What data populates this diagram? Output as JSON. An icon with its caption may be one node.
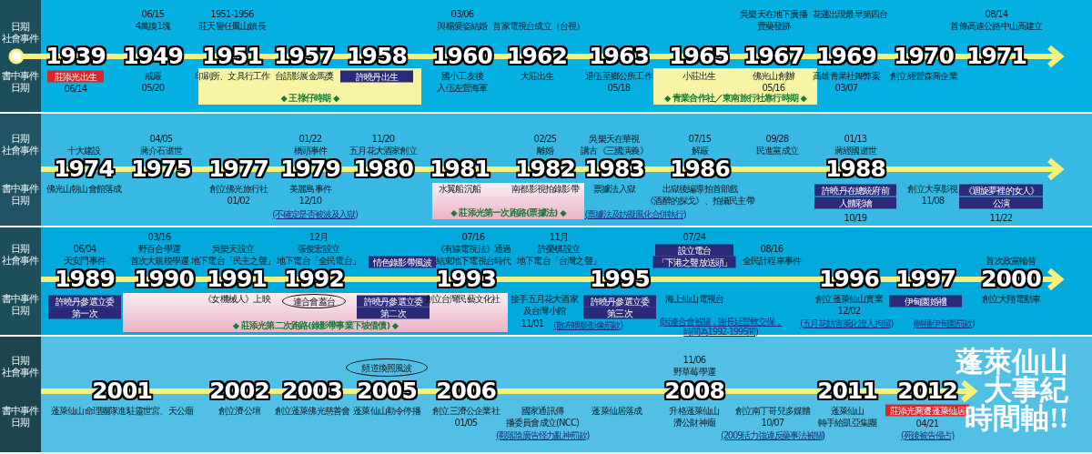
{
  "diagram": {
    "title": "蓬萊仙山大事紀時間軸!!",
    "nodes": [
      {
        "text": [
          "莊添光出生"
        ]
      },
      {
        "text": [
          "◆ 王祿仔時期 ◆"
        ]
      },
      {
        "text": [
          "許曉丹出生"
        ],
        "in": 1
      },
      {
        "text": [
          "◆ 青業合作社／東南旅行社靠行時期 ◆"
        ]
      },
      {
        "text": [
          "◆ 莊添光第一次跑路(票據法) ◆"
        ]
      },
      {
        "text": [
          "許曉丹在總統府前"
        ]
      },
      {
        "text": [
          "人體彩繪"
        ]
      },
      {
        "text": [
          "《迴旋夢裡的女人》"
        ]
      },
      {
        "text": [
          "公演"
        ]
      },
      {
        "text": [
          "許曉丹參選立委"
        ]
      },
      {
        "text": [
          "第一次"
        ]
      },
      {
        "text": [
          "情色錄影帶風波"
        ]
      },
      {
        "text": [
          "◆ 莊添光第二次跑路(錄影帶事業下坡借債) ◆"
        ]
      },
      {
        "text": [
          "連合會蓋台"
        ],
        "in": 12
      },
      {
        "text": [
          "許曉丹參選立委"
        ],
        "in": 12
      },
      {
        "text": [
          "第二次"
        ],
        "in": 12
      },
      {
        "text": [
          "設立電台"
        ]
      },
      {
        "text": [
          "「下港之聲放送頭」"
        ]
      },
      {
        "text": [
          "許曉丹參選立委"
        ]
      },
      {
        "text": [
          "第三次"
        ]
      },
      {
        "text": [
          "伊甸園婚禮"
        ]
      },
      {
        "text": [
          "頻道換照風波"
        ]
      },
      {
        "text": [
          "莊添光喬遷蓬萊仙居"
        ]
      }
    ],
    "labels": [
      "日期",
      "社會事件",
      "書中事件",
      "日期",
      "1939",
      "06/14",
      "06/15",
      "4萬換1塊",
      "1949",
      "戒嚴",
      "05/20",
      "1951-1956",
      "莊天譽任鳳山鎮長",
      "1951",
      "印刷所、文具行工作",
      "1957",
      "台語影展金馬獎",
      "1958",
      "03/06",
      "與楊愛姿結婚",
      "1960",
      "國小工友後入伍左營海軍",
      "首家電視台成立（台視）",
      "1962",
      "大莊出生",
      "1963",
      "退伍至鄉公所工作",
      "05/18",
      "1965",
      "小莊出生",
      "吳樂天在地下廣播賣藥發跡",
      "1967",
      "佛光山創辦",
      "05/16",
      "花蓮出現最早第四台",
      "1969",
      "高雄青果社舞弊案",
      "03/07",
      "1970",
      "創立經營森喬企業",
      "08/14",
      "首條高速公路中山高建立",
      "1971",
      "日期",
      "社會事件",
      "書中事件",
      "日期",
      "十大建設",
      "1974",
      "佛光山朝山會館落成",
      "04/05",
      "蔣介石逝世",
      "1975",
      "1977",
      "創立佛光旅行社",
      "01/02",
      "01/22",
      "橋頭事件",
      "1979",
      "美麗島事件",
      "12/10",
      "(不確定是否被波及入獄)",
      "11/20",
      "五月花大酒家創立",
      "1980",
      "1981",
      "水翼船沉船",
      "02/25",
      "離婚",
      "1982",
      "南都影視拍錄影帶",
      "(票據法及妨礙風化合併執行)",
      "吳樂天在華視講古《三國演義》",
      "1983",
      "票據法入獄",
      "07/15",
      "解嚴",
      "1986",
      "出獄後編導拍首部戲《酒醉的探戈》、拍攝民主帶",
      "09/28",
      "民進黨成立",
      "01/13",
      "蔣經國逝世",
      "1988",
      "10/19",
      "創立大享影視",
      "11/08",
      "11/22",
      "日期",
      "社會事件",
      "書中事件",
      "日期",
      "06/04",
      "天安門事件",
      "1989",
      "03/16",
      "野百合學運首次大規模學運",
      "1990",
      "吳樂天設立地下電台「民主之聲」",
      "1991",
      "《女機械人》上映",
      "12月",
      "張俊宏設立地下電台「全民電台」",
      "1992",
      "07/16",
      "《有線電視法》通過結束地下電視台時代",
      "1993",
      "創立台灣民藝文化社",
      "11月",
      "許榮棋設立地下電台「台灣之聲」",
      "接手五月花大酒家及台灣小館",
      "11/01",
      "(散布猥褻影像罰款)",
      "07/24",
      "1995",
      "海上仙山電視台",
      "(因連合會被關，謝長廷營救交保，時間為1992-1995間)",
      "08/16",
      "全民計程車事件",
      "1996",
      "創立蓬萊仙山實業",
      "12/02",
      "(五月花妨害風化證人拘留)",
      "1997",
      "(轉播伊甸園罰款)",
      "首次政黨輪替",
      "2000",
      "創立大翔電動車",
      "日期",
      "社會事件",
      "書中事件",
      "日期",
      "2001",
      "蓬萊仙山命理團隊進駐靈世宮、天公廟",
      "2002",
      "創立濟公壇",
      "2003",
      "創立蓬萊佛光慈善會",
      "2005",
      "蓬萊仙山勒令停播",
      "2006",
      "創立三濟公企業社",
      "01/05",
      "國家通訊傳播委員會成立(NCC)",
      "(觀落陰廣告怪力亂神罰款)",
      "蓬萊仙居落成",
      "11/06",
      "野草莓學運",
      "2008",
      "升格蓬萊仙山濟公財神廟",
      "創立南丁哥兒多媒體",
      "10/07",
      "(2009活力強違反藥事法被關)",
      "蓬萊仙山轉手給凱亞集團",
      "2011",
      "04/21",
      "(死後被告侵占)",
      "2012"
    ]
  }
}
